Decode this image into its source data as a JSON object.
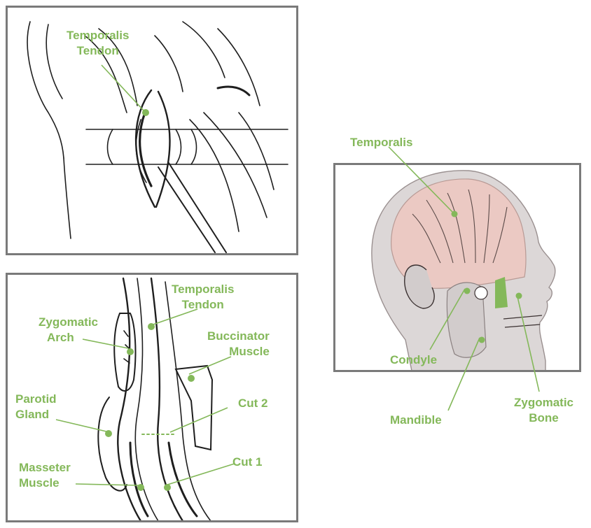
{
  "colors": {
    "accent": "#84b85a",
    "frame": "#7a7a7a",
    "muscle": "#ebc9c3",
    "skin": "#dcd7d7",
    "bone": "#d2cccc"
  },
  "labels": {
    "top_left": {
      "line1": "Temporalis",
      "line2": "Tendon"
    },
    "bottom_left": {
      "temporalis_tendon": {
        "line1": "Temporalis",
        "line2": "Tendon"
      },
      "zygomatic_arch": {
        "line1": "Zygomatic",
        "line2": "Arch"
      },
      "buccinator": {
        "line1": "Buccinator",
        "line2": "Muscle"
      },
      "parotid": {
        "line1": "Parotid",
        "line2": "Gland"
      },
      "cut2": "Cut 2",
      "masseter": {
        "line1": "Masseter",
        "line2": "Muscle"
      },
      "cut1": "Cut 1"
    },
    "right": {
      "temporalis": "Temporalis",
      "condyle": "Condyle",
      "mandible": "Mandible",
      "zygomatic_bone": {
        "line1": "Zygomatic",
        "line2": "Bone"
      }
    }
  }
}
